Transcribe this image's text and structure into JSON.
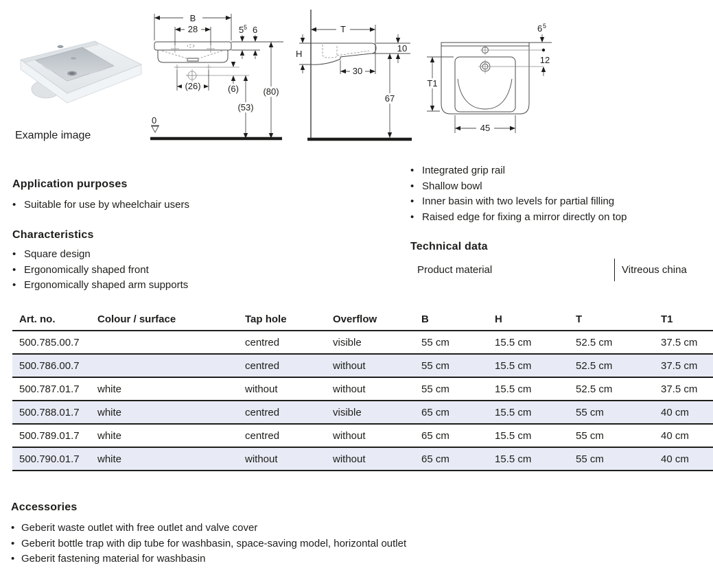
{
  "ui": {
    "bullet": "•"
  },
  "colors": {
    "text": "#1d1d1b",
    "table_row_shade": "#e8ebf5",
    "table_line": "#1d1d1b",
    "drawing_line": "#4a4a4a"
  },
  "example_image": {
    "caption": "Example image"
  },
  "drawings": {
    "front_view": {
      "b": "B",
      "d28": "28",
      "d55_base": "5",
      "d55_sup": "5",
      "d6": "6",
      "d26": "(26)",
      "d6_offset": "(6)",
      "d53": "(53)",
      "d80": "(80)",
      "datum": "0"
    },
    "side_view": {
      "t": "T",
      "h": "H",
      "d10": "10",
      "d30": "30",
      "d67": "67"
    },
    "top_view": {
      "d65_base": "6",
      "d65_sup": "5",
      "d12": "12",
      "t1": "T1",
      "d45": "45"
    }
  },
  "application_purposes": {
    "title": "Application purposes",
    "items": [
      "Suitable for use by wheelchair users"
    ]
  },
  "characteristics": {
    "title": "Characteristics",
    "items": [
      "Square design",
      "Ergonomically shaped front",
      "Ergonomically shaped arm supports"
    ]
  },
  "features": {
    "items": [
      "Integrated grip rail",
      "Shallow bowl",
      "Inner basin with two levels for partial filling",
      "Raised edge for fixing a mirror directly on top"
    ]
  },
  "technical_data": {
    "title": "Technical data",
    "label": "Product material",
    "value": "Vitreous china"
  },
  "product_table": {
    "headers": [
      "Art. no.",
      "Colour / surface",
      "Tap hole",
      "Overflow",
      "B",
      "H",
      "T",
      "T1"
    ],
    "rows": [
      [
        "500.785.00.7",
        "",
        "centred",
        "visible",
        "55 cm",
        "15.5 cm",
        "52.5 cm",
        "37.5 cm"
      ],
      [
        "500.786.00.7",
        "",
        "centred",
        "without",
        "55 cm",
        "15.5 cm",
        "52.5 cm",
        "37.5 cm"
      ],
      [
        "500.787.01.7",
        "white",
        "without",
        "without",
        "55 cm",
        "15.5 cm",
        "52.5 cm",
        "37.5 cm"
      ],
      [
        "500.788.01.7",
        "white",
        "centred",
        "visible",
        "65 cm",
        "15.5 cm",
        "55 cm",
        "40 cm"
      ],
      [
        "500.789.01.7",
        "white",
        "centred",
        "without",
        "65 cm",
        "15.5 cm",
        "55 cm",
        "40 cm"
      ],
      [
        "500.790.01.7",
        "white",
        "without",
        "without",
        "65 cm",
        "15.5 cm",
        "55 cm",
        "40 cm"
      ]
    ]
  },
  "accessories": {
    "title": "Accessories",
    "items": [
      "Geberit waste outlet with free outlet and valve cover",
      "Geberit bottle trap with dip tube for washbasin, space-saving model, horizontal outlet",
      "Geberit fastening material for washbasin"
    ]
  }
}
